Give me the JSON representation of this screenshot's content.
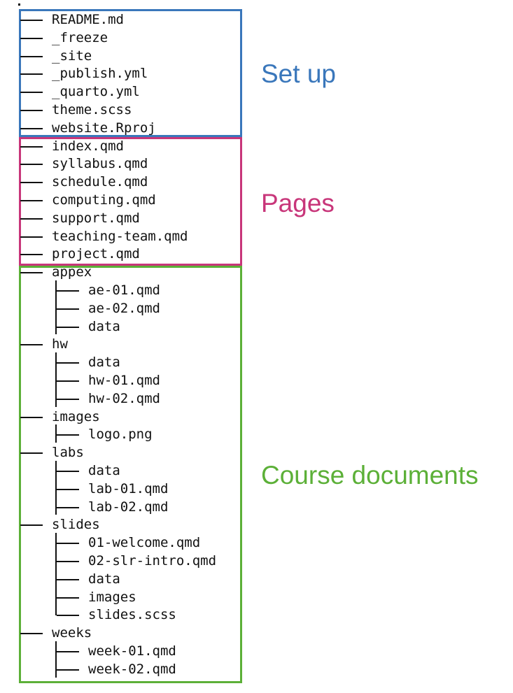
{
  "root": ".",
  "colors": {
    "setup": "#3a77bb",
    "pages": "#c8367a",
    "course": "#5cb038",
    "text": "#111111"
  },
  "groups": [
    {
      "id": "setup",
      "label": "Set up",
      "color": "#3a77bb",
      "items": [
        {
          "name": "README.md",
          "depth": 0
        },
        {
          "name": "_freeze",
          "depth": 0
        },
        {
          "name": "_site",
          "depth": 0
        },
        {
          "name": "_publish.yml",
          "depth": 0
        },
        {
          "name": "_quarto.yml",
          "depth": 0
        },
        {
          "name": "theme.scss",
          "depth": 0
        },
        {
          "name": "website.Rproj",
          "depth": 0
        }
      ]
    },
    {
      "id": "pages",
      "label": "Pages",
      "color": "#c8367a",
      "items": [
        {
          "name": "index.qmd",
          "depth": 0
        },
        {
          "name": "syllabus.qmd",
          "depth": 0
        },
        {
          "name": "schedule.qmd",
          "depth": 0
        },
        {
          "name": "computing.qmd",
          "depth": 0
        },
        {
          "name": "support.qmd",
          "depth": 0
        },
        {
          "name": "teaching-team.qmd",
          "depth": 0
        },
        {
          "name": "project.qmd",
          "depth": 0
        }
      ]
    },
    {
      "id": "course",
      "label": "Course documents",
      "color": "#5cb038",
      "items": [
        {
          "name": "appex",
          "depth": 0
        },
        {
          "name": "ae-01.qmd",
          "depth": 1
        },
        {
          "name": "ae-02.qmd",
          "depth": 1
        },
        {
          "name": "data",
          "depth": 1
        },
        {
          "name": "hw",
          "depth": 0
        },
        {
          "name": "data",
          "depth": 1
        },
        {
          "name": "hw-01.qmd",
          "depth": 1
        },
        {
          "name": "hw-02.qmd",
          "depth": 1
        },
        {
          "name": "images",
          "depth": 0
        },
        {
          "name": "logo.png",
          "depth": 1
        },
        {
          "name": "labs",
          "depth": 0
        },
        {
          "name": "data",
          "depth": 1
        },
        {
          "name": "lab-01.qmd",
          "depth": 1
        },
        {
          "name": "lab-02.qmd",
          "depth": 1
        },
        {
          "name": "slides",
          "depth": 0
        },
        {
          "name": "01-welcome.qmd",
          "depth": 1
        },
        {
          "name": "02-slr-intro.qmd",
          "depth": 1
        },
        {
          "name": "data",
          "depth": 1
        },
        {
          "name": "images",
          "depth": 1
        },
        {
          "name": "slides.scss",
          "depth": 1,
          "last": true
        },
        {
          "name": "weeks",
          "depth": 0
        },
        {
          "name": "week-01.qmd",
          "depth": 1
        },
        {
          "name": "week-02.qmd",
          "depth": 1
        }
      ]
    }
  ]
}
